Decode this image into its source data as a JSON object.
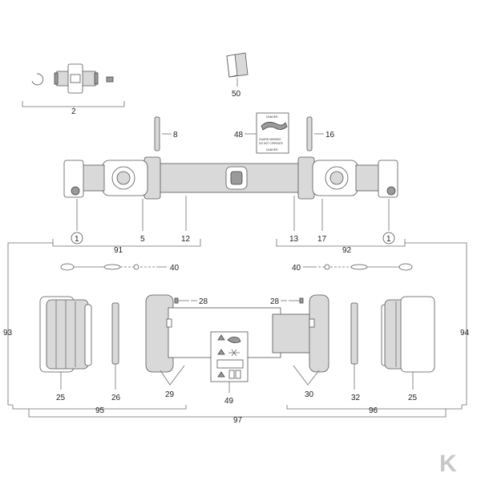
{
  "diagram": {
    "labels": {
      "l2": "2",
      "l50": "50",
      "l8": "8",
      "l48": "48",
      "l16": "16",
      "l1a": "1",
      "l5": "5",
      "l12": "12",
      "l13": "13",
      "l17": "17",
      "l1b": "1",
      "l91": "91",
      "l92": "92",
      "l40a": "40",
      "l40b": "40",
      "l28a": "28",
      "l28b": "28",
      "l93": "93",
      "l94": "94",
      "l25a": "25",
      "l26": "26",
      "l29": "29",
      "l49": "49",
      "l30": "30",
      "l32": "32",
      "l25b": "25",
      "l95": "95",
      "l96": "96",
      "l97": "97"
    },
    "warning_label_text": {
      "top": "DANGER",
      "line1": "GUARD MISSING",
      "line2": "DO NOT OPERATE",
      "bottom": "DANGER"
    },
    "brand_logo": "K",
    "colors": {
      "line": "#6f6f6f",
      "fill": "#d9d9d9",
      "logo": "#c8c8c8"
    }
  }
}
